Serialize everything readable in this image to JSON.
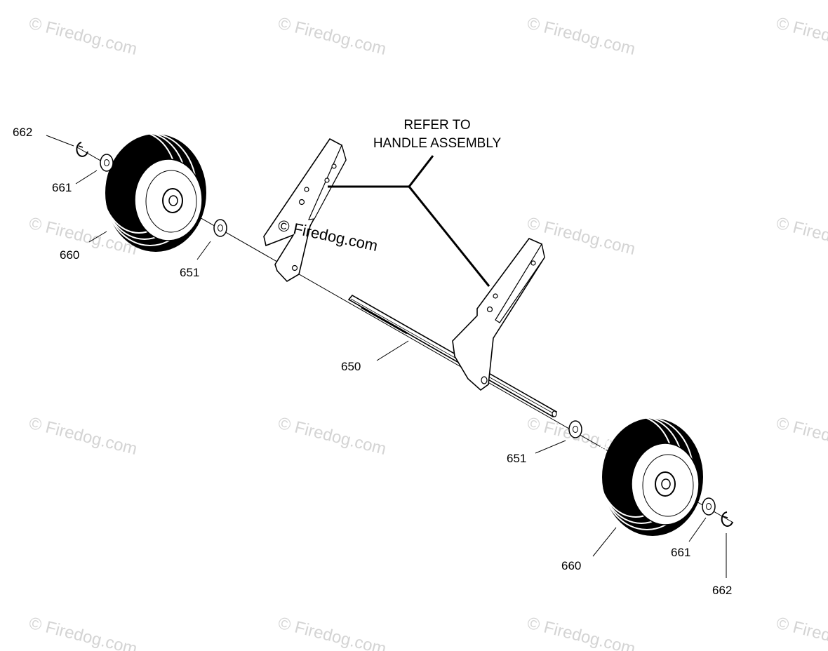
{
  "diagram": {
    "callout_line1": "REFER TO",
    "callout_line2": "HANDLE ASSEMBLY",
    "watermark_center": "© Firedog.com",
    "watermark": "© Firedog.com",
    "labels": {
      "p662_left": "662",
      "p661_left": "661",
      "p660_left": "660",
      "p651_left": "651",
      "p650": "650",
      "p651_right": "651",
      "p660_right": "660",
      "p661_right": "661",
      "p662_right": "662"
    }
  },
  "colors": {
    "ink": "#000000",
    "watermark": "#d4d4d4",
    "background": "#ffffff"
  }
}
